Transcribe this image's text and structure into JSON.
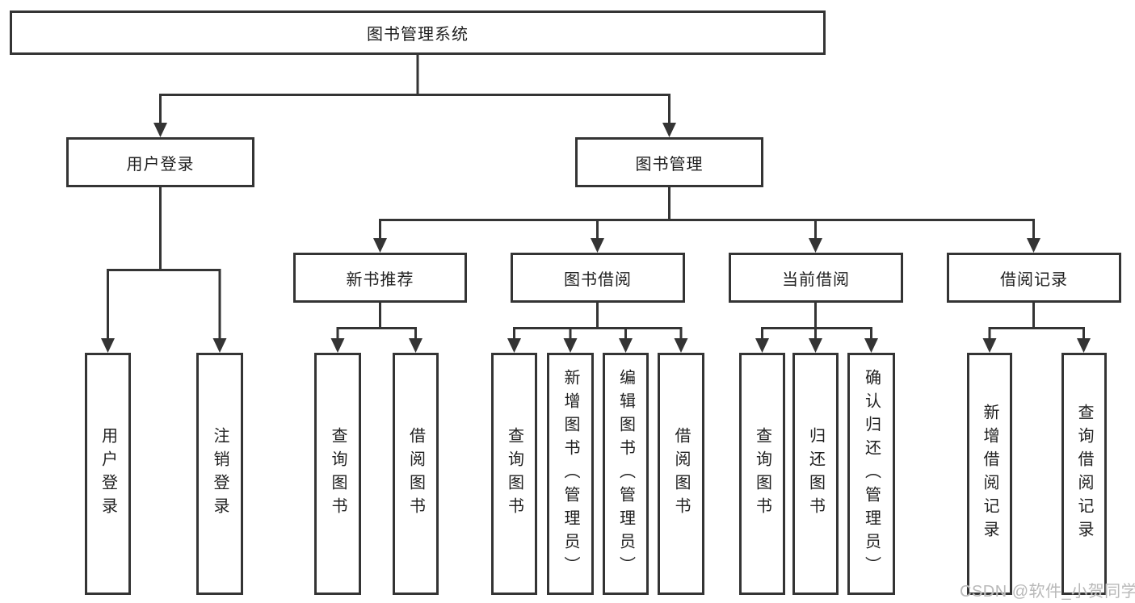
{
  "diagram": {
    "root": {
      "label": "图书管理系统"
    },
    "level1": [
      {
        "label": "用户登录",
        "children": [
          "用户登录",
          "注销登录"
        ]
      },
      {
        "label": "图书管理"
      }
    ],
    "level2": [
      {
        "label": "新书推荐",
        "children": [
          "查询图书",
          "借阅图书"
        ]
      },
      {
        "label": "图书借阅",
        "children": [
          "查询图书",
          "新增图书（管理员）",
          "编辑图书（管理员）",
          "借阅图书"
        ]
      },
      {
        "label": "当前借阅",
        "children": [
          "查询图书",
          "归还图书",
          "确认归还（管理员）"
        ]
      },
      {
        "label": "借阅记录",
        "children": [
          "新增借阅记录",
          "查询借阅记录"
        ]
      }
    ]
  },
  "watermark": {
    "text": "CSDN @软件_小贺同学"
  },
  "colors": {
    "line": "#343434",
    "text": "#1f1f1f",
    "background": "#ffffff",
    "watermark": "#b9b9b9"
  }
}
